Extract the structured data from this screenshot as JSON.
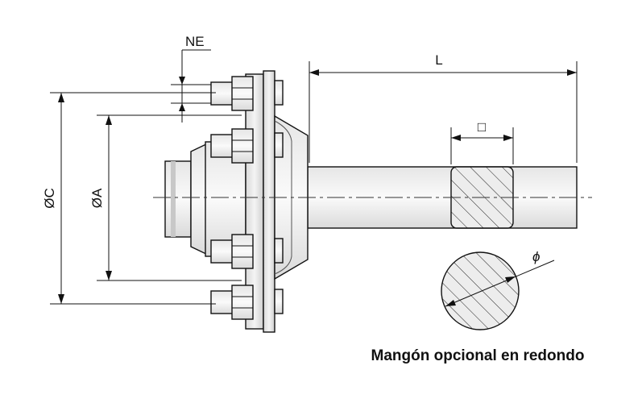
{
  "labels": {
    "ne": "NE",
    "l": "L",
    "square": "□",
    "dia_c": "ØC",
    "dia_a": "ØA",
    "phi": "ϕ"
  },
  "caption": "Mangón opcional en redondo"
}
